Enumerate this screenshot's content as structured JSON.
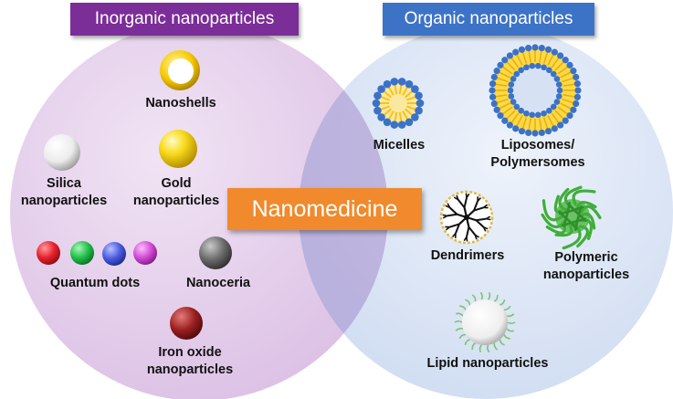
{
  "headers": {
    "inorganic": "Inorganic nanoparticles",
    "organic": "Organic nanoparticles"
  },
  "center": "Nanomedicine",
  "inorganic_items": {
    "nanoshells": "Nanoshells",
    "silica": "Silica\nnanoparticles",
    "gold": "Gold\nnanoparticles",
    "quantum_dots": "Quantum dots",
    "nanoceria": "Nanoceria",
    "iron_oxide": "Iron oxide\nnanoparticles"
  },
  "organic_items": {
    "micelles": "Micelles",
    "liposomes": "Liposomes/\nPolymersomes",
    "dendrimers": "Dendrimers",
    "polymeric": "Polymeric\nnanoparticles",
    "lipid": "Lipid nanoparticles"
  },
  "colors": {
    "inorganic_circle": "#e3cdea",
    "organic_circle": "#d6e1f3",
    "overlap": "#b9a6d9",
    "inorganic_header": "#7b2d98",
    "organic_header": "#3d73c6",
    "center_box": "#f08a2c",
    "gold": "#f5d20a",
    "silica": "#f2f2f2",
    "quantum_dots": [
      "#e8202c",
      "#21c04a",
      "#4a5be0",
      "#d44ad8"
    ],
    "nanoceria": "#6b6b6b",
    "iron_oxide": "#9c2020",
    "micelle_head": "#3b72c8",
    "micelle_tail": "#f7c21a",
    "polymeric": "#3fae3a"
  }
}
